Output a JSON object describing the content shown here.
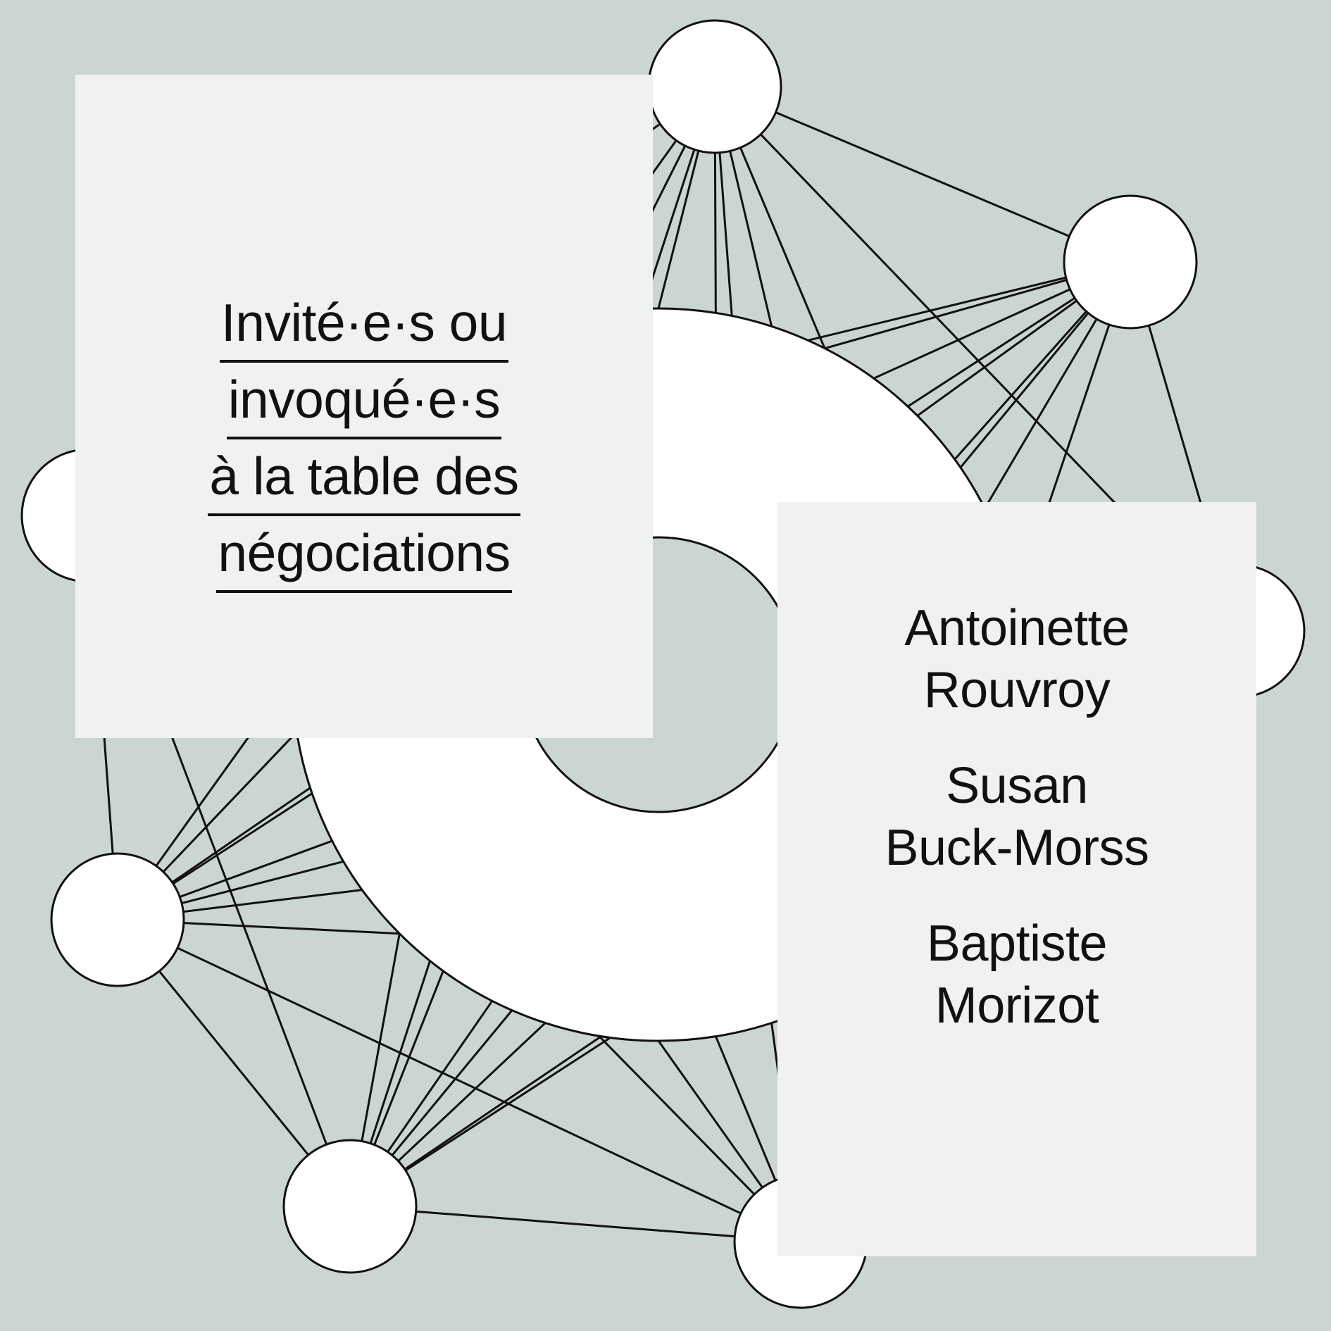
{
  "title": {
    "lines": [
      "Invité·e·s ou",
      "invoqué·e·s",
      "à la table des",
      "négociations"
    ]
  },
  "people": [
    {
      "first": "Antoinette",
      "last": "Rouvroy"
    },
    {
      "first": "Susan",
      "last": "Buck-Morss"
    },
    {
      "first": "Baptiste",
      "last": "Morizot"
    }
  ],
  "colors": {
    "background": "#cbd5d1",
    "panel": "#eff2f0",
    "nodes": "#ffffff",
    "lines": "#111111"
  },
  "decoration": {
    "nodes": "circle-node",
    "center": "table-ring",
    "edges": "connection-line"
  }
}
